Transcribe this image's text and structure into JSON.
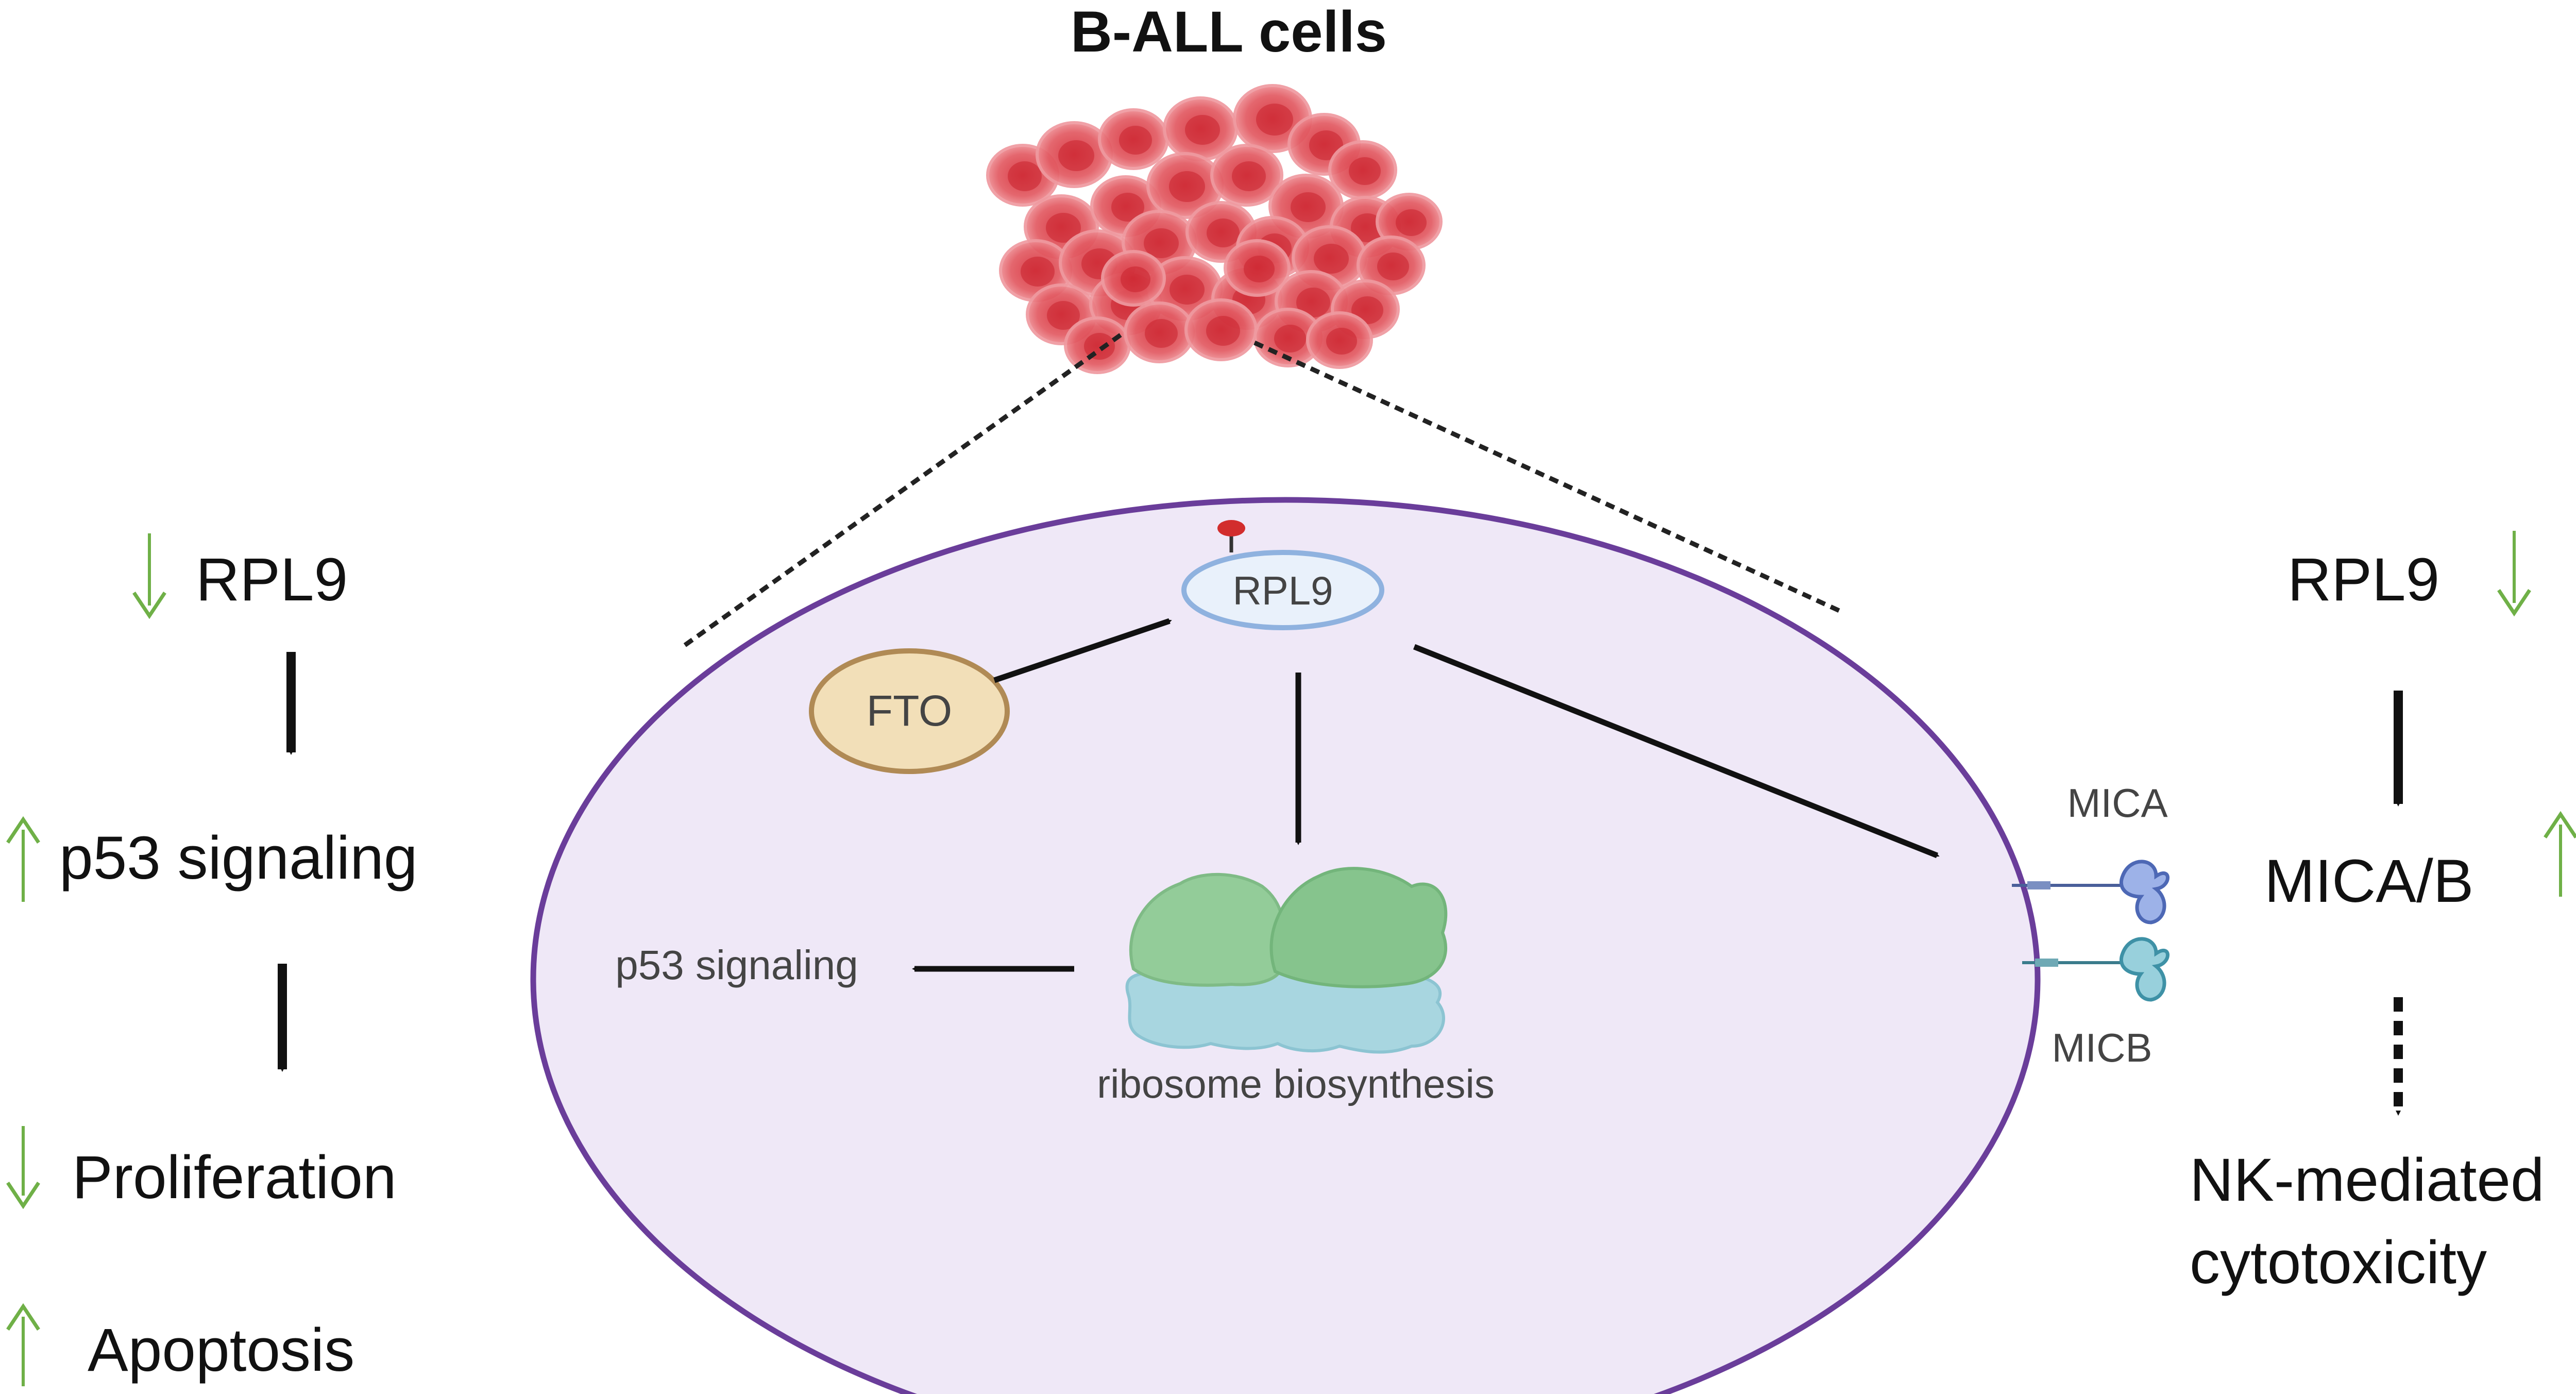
{
  "title": "B-ALL cells",
  "left_column": {
    "rpl9": "RPL9",
    "p53": "p53 signaling",
    "proliferation": "Proliferation",
    "apoptosis": "Apoptosis"
  },
  "cell": {
    "fto": "FTO",
    "rpl9": "RPL9",
    "ribosome": "ribosome biosynthesis",
    "p53": "p53 signaling",
    "mica": "MICA",
    "micb": "MICB"
  },
  "right_column": {
    "rpl9": "RPL9",
    "micab": "MICA/B",
    "nk_line1": "NK-mediated",
    "nk_line2": "cytotoxicity"
  },
  "colors": {
    "membrane": "#6a3d9a",
    "cytoplasm": "#efe8f7",
    "fto_fill": "#f2dfb8",
    "fto_stroke": "#b08a55",
    "rpl9_fill": "#e9f1fb",
    "rpl9_stroke": "#8fb2df",
    "ribosome_large": "#93cc99",
    "ribosome_small": "#a8d6e0",
    "cluster_cells": "#e0505a",
    "trend_arrow": "#6fb047"
  }
}
